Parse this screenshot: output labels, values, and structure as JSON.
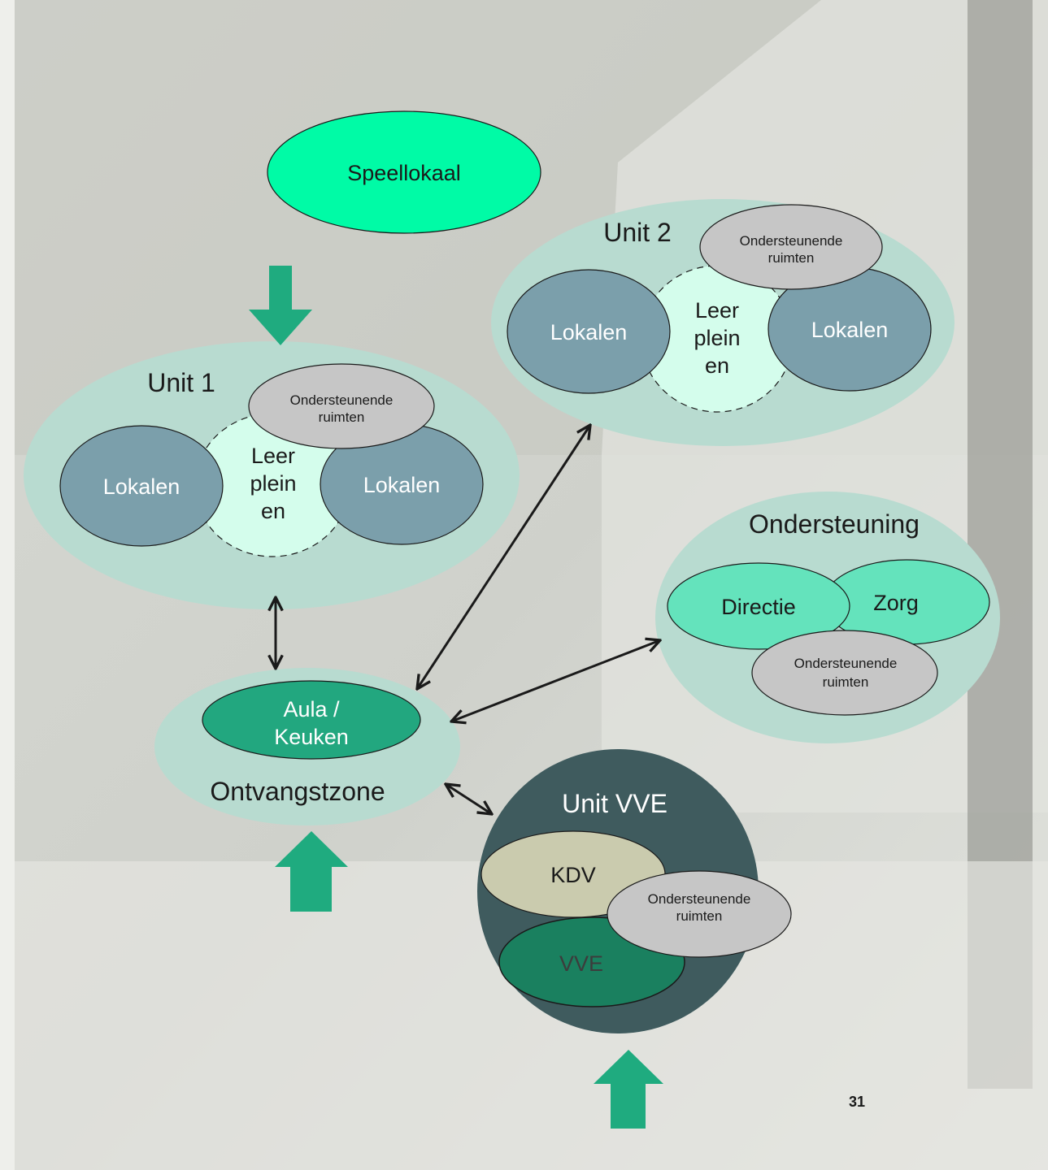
{
  "colors": {
    "page_bg": "#eeefeb",
    "zone_fill": "#b8dbd0",
    "classroom_fill": "#7b9fab",
    "learning_square_fill": "#d4fdec",
    "support_rooms_fill": "#c6c6c6",
    "speellokaal_fill": "#00fba6",
    "management_fill": "#64e3bc",
    "aula_fill": "#22a77f",
    "vve_unit_fill": "#3f5b5e",
    "kdv_fill": "#cacbae",
    "vve_fill": "#1a805f",
    "arrow_green": "#1fab7f",
    "connector": "#1a1a1a"
  },
  "speellokaal": {
    "label": "Speellokaal"
  },
  "unit1": {
    "title": "Unit 1",
    "support_rooms": [
      "Ondersteunende",
      "ruimten"
    ],
    "classroom_left": "Lokalen",
    "classroom_right": "Lokalen",
    "learning_square": [
      "Leer",
      "plein",
      "en"
    ]
  },
  "unit2": {
    "title": "Unit 2",
    "support_rooms": [
      "Ondersteunende",
      "ruimten"
    ],
    "classroom_left": "Lokalen",
    "classroom_right": "Lokalen",
    "learning_square": [
      "Leer",
      "plein",
      "en"
    ]
  },
  "ondersteuning": {
    "title": "Ondersteuning",
    "directie": "Directie",
    "zorg": "Zorg",
    "support_rooms": [
      "Ondersteunende",
      "ruimten"
    ]
  },
  "ontvangstzone": {
    "title": "Ontvangstzone",
    "aula": [
      "Aula /",
      "Keuken"
    ]
  },
  "unit_vve": {
    "title": "Unit VVE",
    "kdv": "KDV",
    "vve": "VVE",
    "support_rooms": [
      "Ondersteunende",
      "ruimten"
    ]
  },
  "page_number": "31"
}
